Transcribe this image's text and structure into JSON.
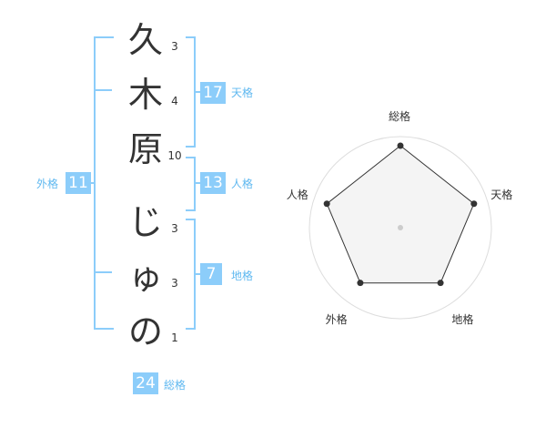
{
  "name": {
    "characters": [
      {
        "char": "久",
        "strokes": "3"
      },
      {
        "char": "木",
        "strokes": "4"
      },
      {
        "char": "原",
        "strokes": "10"
      },
      {
        "char": "じ",
        "strokes": "3"
      },
      {
        "char": "ゅ",
        "strokes": "3"
      },
      {
        "char": "の",
        "strokes": "1"
      }
    ]
  },
  "fortunes": {
    "tenkaku": {
      "value": "17",
      "label": "天格"
    },
    "jinkaku": {
      "value": "13",
      "label": "人格"
    },
    "chikaku": {
      "value": "7",
      "label": "地格"
    },
    "gaikaku": {
      "value": "11",
      "label": "外格"
    },
    "soukaku": {
      "value": "24",
      "label": "総格"
    }
  },
  "colors": {
    "accent": "#8ccdfa",
    "accent_text": "#5fb8f0",
    "text": "#333333",
    "radar_fill": "#f2f2f2",
    "radar_grid": "#dddddd"
  },
  "chart_data": {
    "type": "radar",
    "axes": [
      "総格",
      "天格",
      "地格",
      "外格",
      "人格"
    ],
    "values": [
      0.9,
      0.85,
      0.75,
      0.75,
      0.85
    ],
    "range": [
      0,
      1
    ],
    "rings": 4
  }
}
